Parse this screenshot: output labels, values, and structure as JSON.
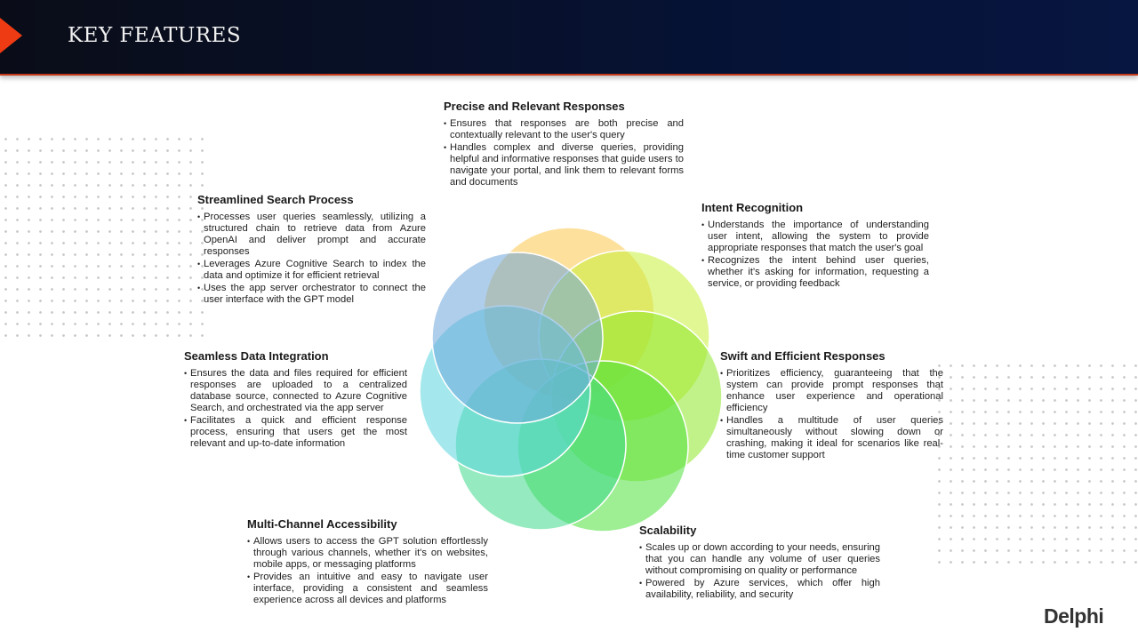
{
  "header": {
    "title": "KEY FEATURES"
  },
  "logo": "Delphi",
  "features": [
    {
      "title": "Precise and Relevant Responses",
      "bullets": [
        "Ensures that responses are both precise and contextually relevant to the user's query",
        "Handles complex and diverse queries, providing helpful and informative responses that guide users to navigate your portal, and link them to relevant forms and documents"
      ]
    },
    {
      "title": "Intent Recognition",
      "bullets": [
        "Understands the importance of understanding user intent, allowing the system to provide appropriate responses that match the user's goal",
        "Recognizes the intent behind user queries, whether it's asking for information, requesting a service, or providing feedback"
      ]
    },
    {
      "title": "Swift and Efficient Responses",
      "bullets": [
        "Prioritizes efficiency, guaranteeing that the system can provide prompt responses that enhance user experience and operational efficiency",
        "Handles a multitude of user queries simultaneously without slowing down or crashing, making it ideal for scenarios like real-time customer support"
      ]
    },
    {
      "title": "Scalability",
      "bullets": [
        "Scales up or down according to your needs, ensuring that you can handle any volume of user queries without compromising on quality or performance",
        "Powered by Azure services, which offer high availability, reliability, and security"
      ]
    },
    {
      "title": "Multi-Channel Accessibility",
      "bullets": [
        "Allows users to access the GPT solution effortlessly through various channels, whether it's on websites, mobile apps, or messaging platforms",
        "Provides an intuitive and easy to navigate user interface, providing a consistent and seamless experience across all devices and platforms"
      ]
    },
    {
      "title": "Seamless Data Integration",
      "bullets": [
        "Ensures the data and files required for efficient responses are uploaded to a centralized database source, connected to Azure Cognitive Search, and orchestrated via the app server",
        "Facilitates a quick and efficient response process, ensuring that users get the most relevant and up-to-date information"
      ]
    },
    {
      "title": "Streamlined Search Process",
      "bullets": [
        "Processes user queries seamlessly, utilizing a structured chain to retrieve data from Azure OpenAI and deliver prompt and accurate responses",
        "Leverages Azure Cognitive Search to index the data and optimize it for efficient retrieval",
        "Uses the app server orchestrator to connect the user interface with the GPT model"
      ]
    }
  ],
  "colors": {
    "circles": [
      "#fcc64a",
      "#c8f03a",
      "#8ee82a",
      "#4fe03c",
      "#3ed88a",
      "#5ad6df",
      "#6ea6db"
    ],
    "accent": "#ef3b13"
  }
}
